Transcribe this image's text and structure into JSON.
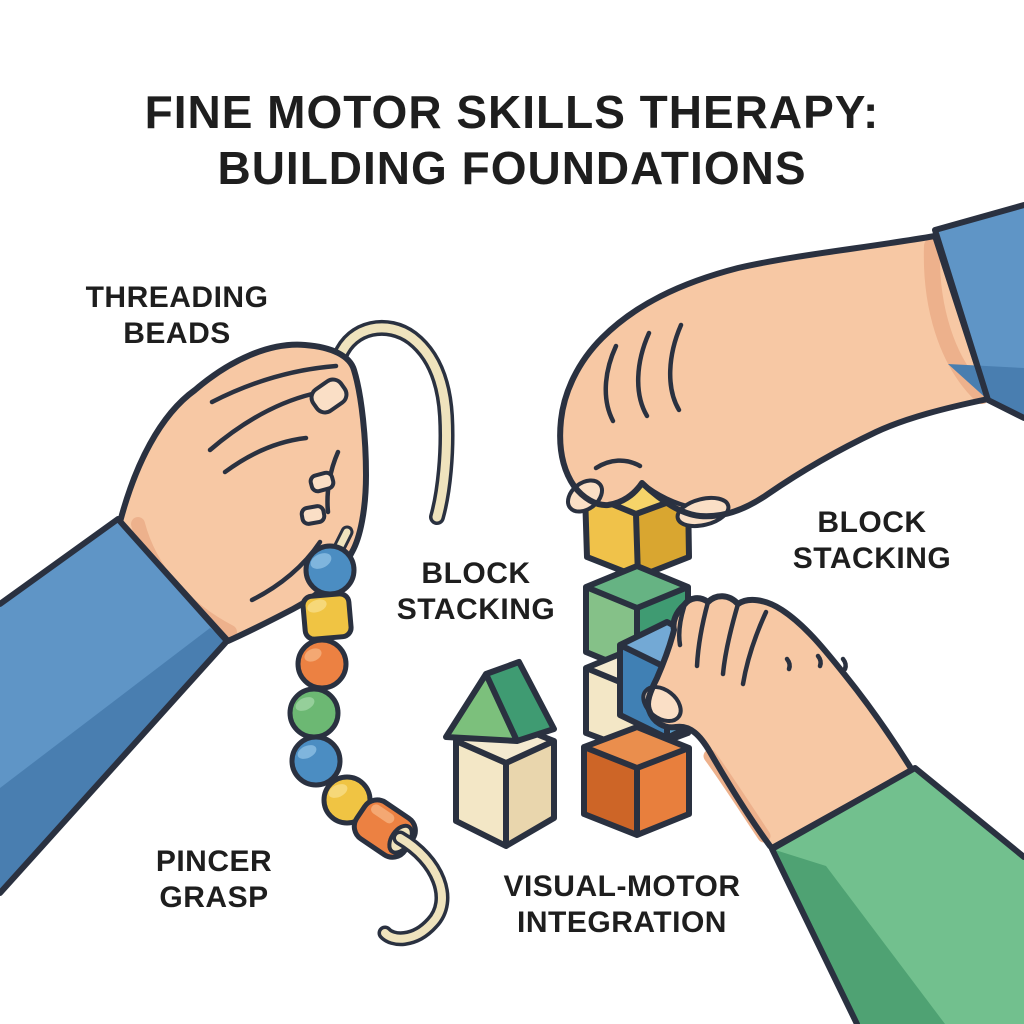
{
  "title": {
    "line1": "FINE MOTOR SKILLS THERAPY:",
    "line2": "BUILDING FOUNDATIONS"
  },
  "labels": {
    "threading_beads": {
      "line1": "THREADING",
      "line2": "BEADS"
    },
    "block_stacking_center": {
      "line1": "BLOCK",
      "line2": "STACKING"
    },
    "block_stacking_right": {
      "line1": "BLOCK",
      "line2": "STACKING"
    },
    "pincer_grasp": {
      "line1": "PINCER",
      "line2": "GRASP"
    },
    "visual_motor": {
      "line1": "VISUAL-MOTOR",
      "line2": "INTEGRATION"
    }
  },
  "illustration": {
    "bead_sequence_top_to_bottom": [
      "blue sphere",
      "yellow cube",
      "orange sphere",
      "green sphere",
      "blue sphere",
      "yellow sphere",
      "orange cylinder"
    ],
    "house_blocks": [
      "green triangle roof",
      "cream cube"
    ],
    "stack_sequence_top_to_bottom": [
      "yellow cube",
      "green cube",
      "cream cube",
      "orange cube"
    ],
    "held_block": "blue cube",
    "hands": [
      "left hand with blue sleeve pinching string of beads",
      "top right hand with blue sleeve placing yellow block",
      "bottom right hand with green sleeve placing blue block"
    ]
  },
  "colors": {
    "text": "#1e1e1e",
    "outline": "#2a3140",
    "skin": "#f7c8a4",
    "skin_shade": "#edb18c",
    "nail": "#fadfc6",
    "sleeve_blue": "#5f95c6",
    "sleeve_blue_dark": "#497eb0",
    "sleeve_green": "#72c08e",
    "sleeve_green_dark": "#4fa273",
    "string": "#efe3bd",
    "bead_blue": "#4b8dc2",
    "bead_blue_hi": "#7fb5dd",
    "bead_yellow": "#f0c443",
    "bead_yellow_hi": "#f6d879",
    "bead_orange": "#ec8142",
    "bead_orange_hi": "#f4a873",
    "bead_green": "#6cb873",
    "bead_green_hi": "#95cf9a",
    "cube_yellow_top": "#f6d469",
    "cube_yellow_left": "#f0c24a",
    "cube_yellow_right": "#d9a630",
    "cube_green_top": "#66b383",
    "cube_green_left": "#85c188",
    "cube_green_right": "#3f9b72",
    "cube_cream_top": "#f4ead0",
    "cube_cream_left": "#f3e7c6",
    "cube_cream_right": "#e9d6ad",
    "cube_orange_top": "#ea8e4d",
    "cube_orange_left": "#cd6527",
    "cube_orange_right": "#e87f3d",
    "cube_blue_top": "#73a9d5",
    "cube_blue_left": "#4080b4",
    "cube_blue_right": "#5b9dc9",
    "roof_front": "#7cc07c",
    "roof_side": "#3f9b72"
  }
}
